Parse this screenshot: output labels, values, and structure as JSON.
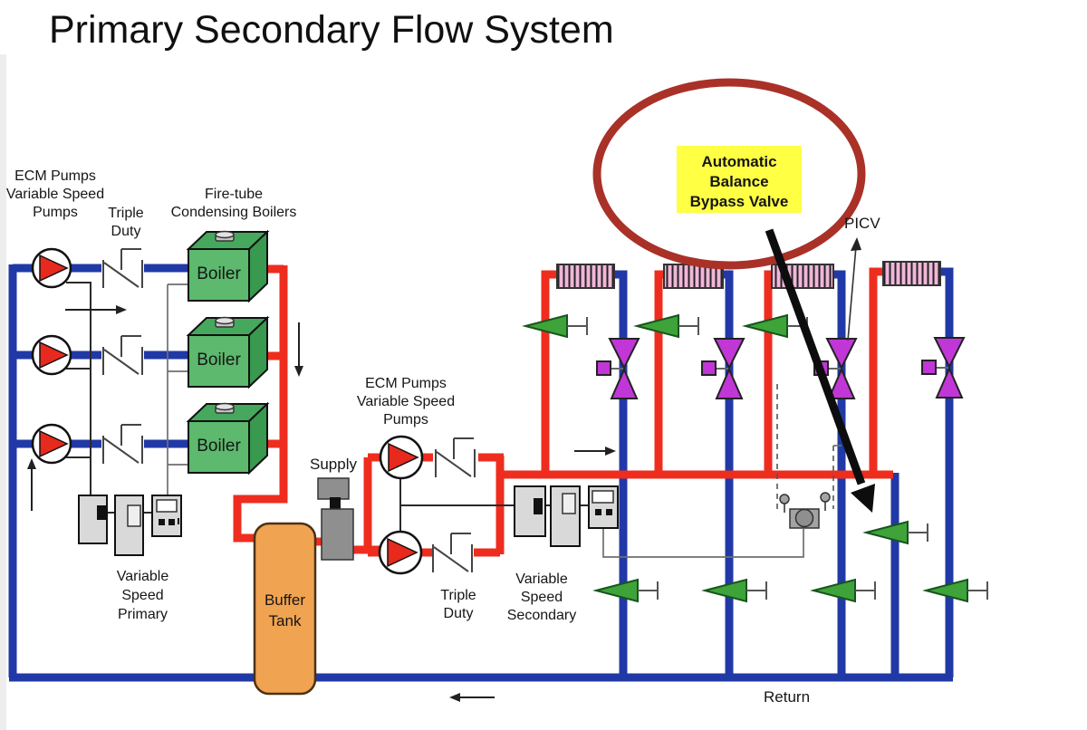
{
  "title": "Primary Secondary Flow System",
  "diagram": {
    "primary": {
      "pumps_label": "ECM Pumps\nVariable Speed\nPumps",
      "triple_duty_label": "Triple\nDuty",
      "boilers_label": "Fire-tube\nCondensing Boilers",
      "boiler_label": "Boiler",
      "controls_label": "Variable\nSpeed\nPrimary"
    },
    "secondary": {
      "pumps_label": "ECM Pumps\nVariable Speed\nPumps",
      "triple_duty_label": "Triple\nDuty",
      "controls_label": "Variable\nSpeed\nSecondary",
      "supply_label": "Supply",
      "return_label": "Return"
    },
    "buffer_tank_label": "Buffer\nTank",
    "annotation": {
      "callout": "Automatic\nBalance\nBypass Valve",
      "picv": "PICV"
    }
  },
  "colors": {
    "return_blue": "#2139a6",
    "supply_red": "#ee2d1f",
    "pump_red": "#e8291d",
    "boiler_green": "#5cb96d",
    "boiler_top": "#46a85c",
    "boiler_side": "#38994f",
    "tank_orange": "#f0a351",
    "highlight_yellow": "#ffff44",
    "circle_red": "#a93128",
    "valve_green": "#3ea339",
    "valve_purple": "#c136d6",
    "radiator_pink": "#f0b6da"
  }
}
